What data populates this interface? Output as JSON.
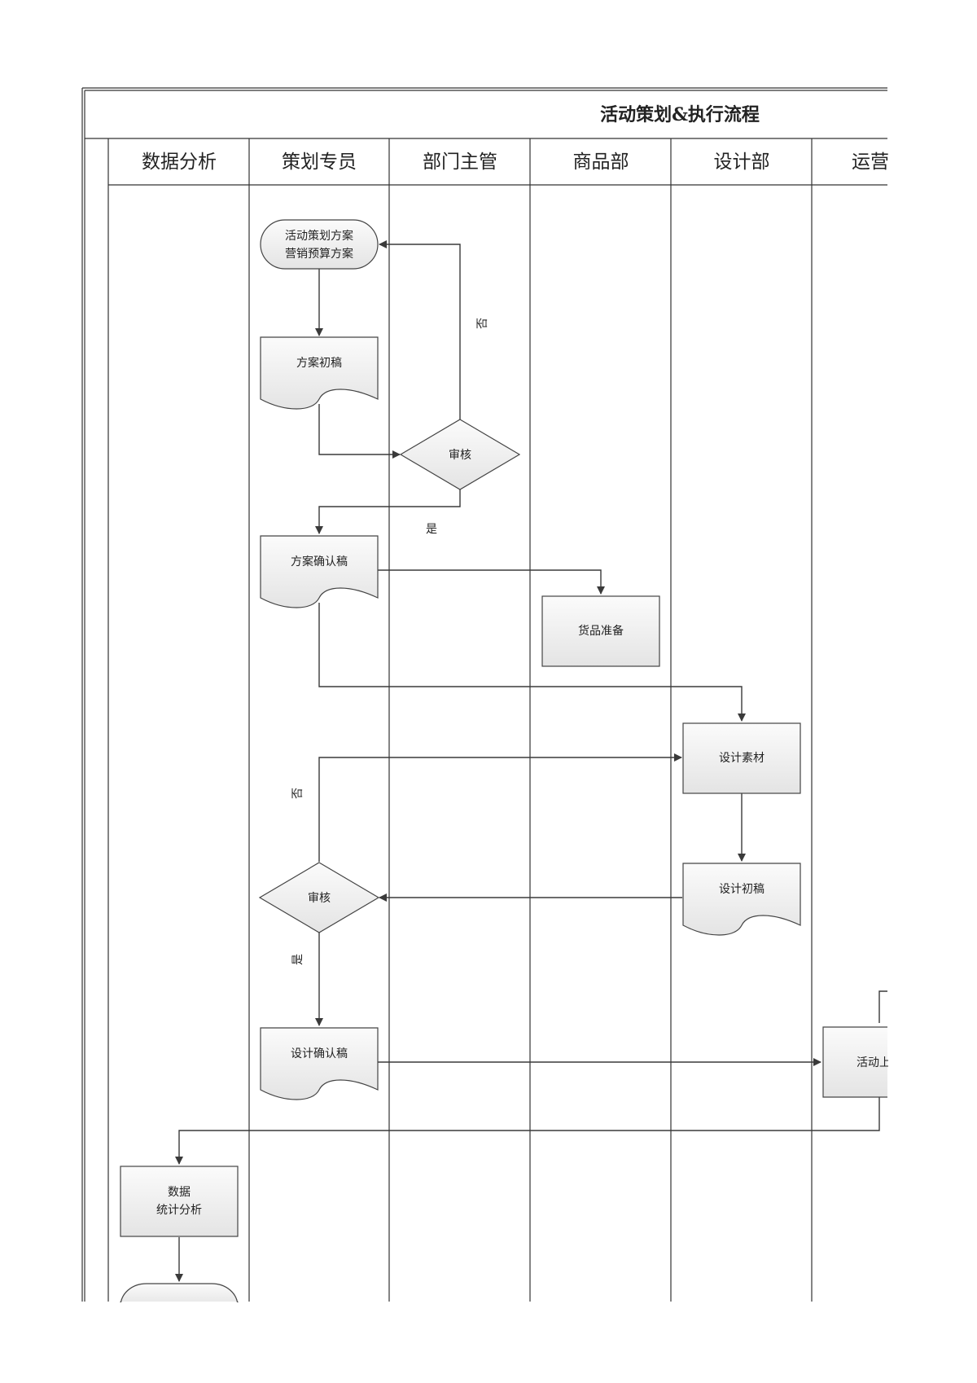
{
  "title": "活动策划&执行流程",
  "lanes": [
    "数据分析",
    "策划专员",
    "部门主管",
    "商品部",
    "设计部",
    "运营"
  ],
  "nodes": {
    "plan_start": [
      "活动策划方案",
      "营销预算方案"
    ],
    "draft": "方案初稿",
    "review1": "审核",
    "confirmed": "方案确认稿",
    "goods": "货品准备",
    "design_material": "设计素材",
    "design_draft": "设计初稿",
    "review2": "审核",
    "design_confirmed": "设计确认稿",
    "activity": "活动上",
    "stats": [
      "数据",
      "统计分析"
    ]
  },
  "edge_labels": {
    "review1_no": "否",
    "review1_yes": "是",
    "review2_no": "否",
    "review2_yes": "是"
  }
}
